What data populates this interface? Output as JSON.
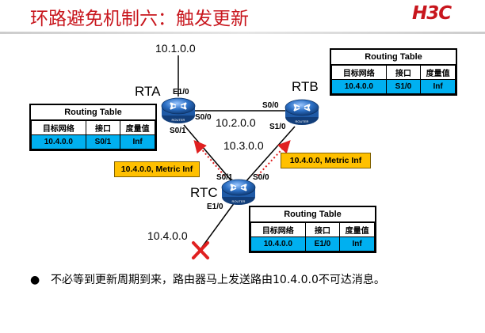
{
  "slide": {
    "title": "环路避免机制六：触发更新",
    "logo": "H3C"
  },
  "routers": {
    "rta": {
      "name": "RTA"
    },
    "rtb": {
      "name": "RTB"
    },
    "rtc": {
      "name": "RTC"
    },
    "icon_caption": "ROUTER"
  },
  "interfaces": {
    "rta_e10": "E1/0",
    "rta_s00": "S0/0",
    "rta_s01": "S0/1",
    "rtb_s00": "S0/0",
    "rtb_s10": "S1/0",
    "rtc_s01": "S0/1",
    "rtc_s00": "S0/0",
    "rtc_e10": "E1/0"
  },
  "networks": {
    "top": "10.1.0.0",
    "rta_rtb": "10.2.0.0",
    "rtb_rtc": "10.3.0.0",
    "failed": "10.4.0.0"
  },
  "callouts": {
    "to_rta": "10.4.0.0, Metric Inf",
    "to_rtb": "10.4.0.0, Metric Inf"
  },
  "routing_tables": {
    "rta": {
      "caption": "Routing Table",
      "headers": [
        "目标网络",
        "接口",
        "度量值"
      ],
      "row": [
        "10.4.0.0",
        "S0/1",
        "Inf"
      ]
    },
    "rtb": {
      "caption": "Routing Table",
      "headers": [
        "目标网络",
        "接口",
        "度量值"
      ],
      "row": [
        "10.4.0.0",
        "S1/0",
        "Inf"
      ]
    },
    "rtc": {
      "caption": "Routing Table",
      "headers": [
        "目标网络",
        "接口",
        "度量值"
      ],
      "row": [
        "10.4.0.0",
        "E1/0",
        "Inf"
      ]
    }
  },
  "bullet": {
    "dot": "●",
    "text": "不必等到更新周期到来，路由器马上发送路由10.4.0.0不可达消息。"
  },
  "colors": {
    "title_red": "#c8161d",
    "table_row_blue": "#00b0f0",
    "callout_orange": "#ffc000",
    "arrow_red": "#e02020",
    "router_blue": "#2b6fc4"
  }
}
